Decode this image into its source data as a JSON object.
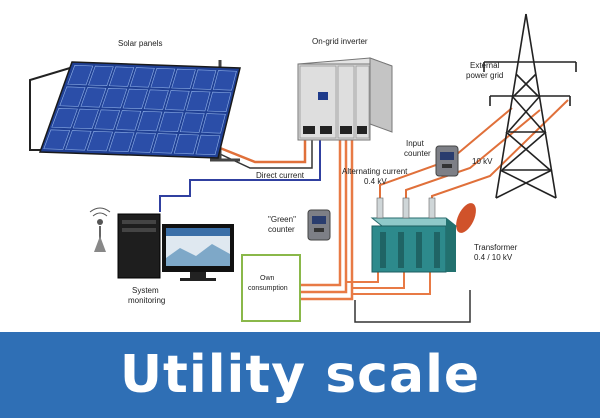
{
  "labels": {
    "solar_panels": "Solar panels",
    "inverter": "On-grid inverter",
    "external_grid_line1": "External",
    "external_grid_line2": "power grid",
    "input_counter_line1": "Input",
    "input_counter_line2": "counter",
    "voltage_10kv": "10 kV",
    "direct_current": "Direct current",
    "alternating_current_line1": "Alternating current",
    "alternating_current_line2": "0.4 kV",
    "green_counter_line1": "\"Green\"",
    "green_counter_line2": "counter",
    "transformer_line1": "Transformer",
    "transformer_line2": "0.4 / 10 kV",
    "system_monitoring_line1": "System",
    "system_monitoring_line2": "monitoring",
    "own_consumption_line1": "Own",
    "own_consumption_line2": "consumption"
  },
  "banner": {
    "title": "Utility scale"
  },
  "colors": {
    "banner": "#2f6fb5",
    "dc_wire": "#e0703a",
    "ac_wire": "#e87a45",
    "panel": "#2b4ea8",
    "monitor_wire": "#3040a0",
    "green_box": "#8ab84a",
    "transformer": "#2d8a8c"
  }
}
